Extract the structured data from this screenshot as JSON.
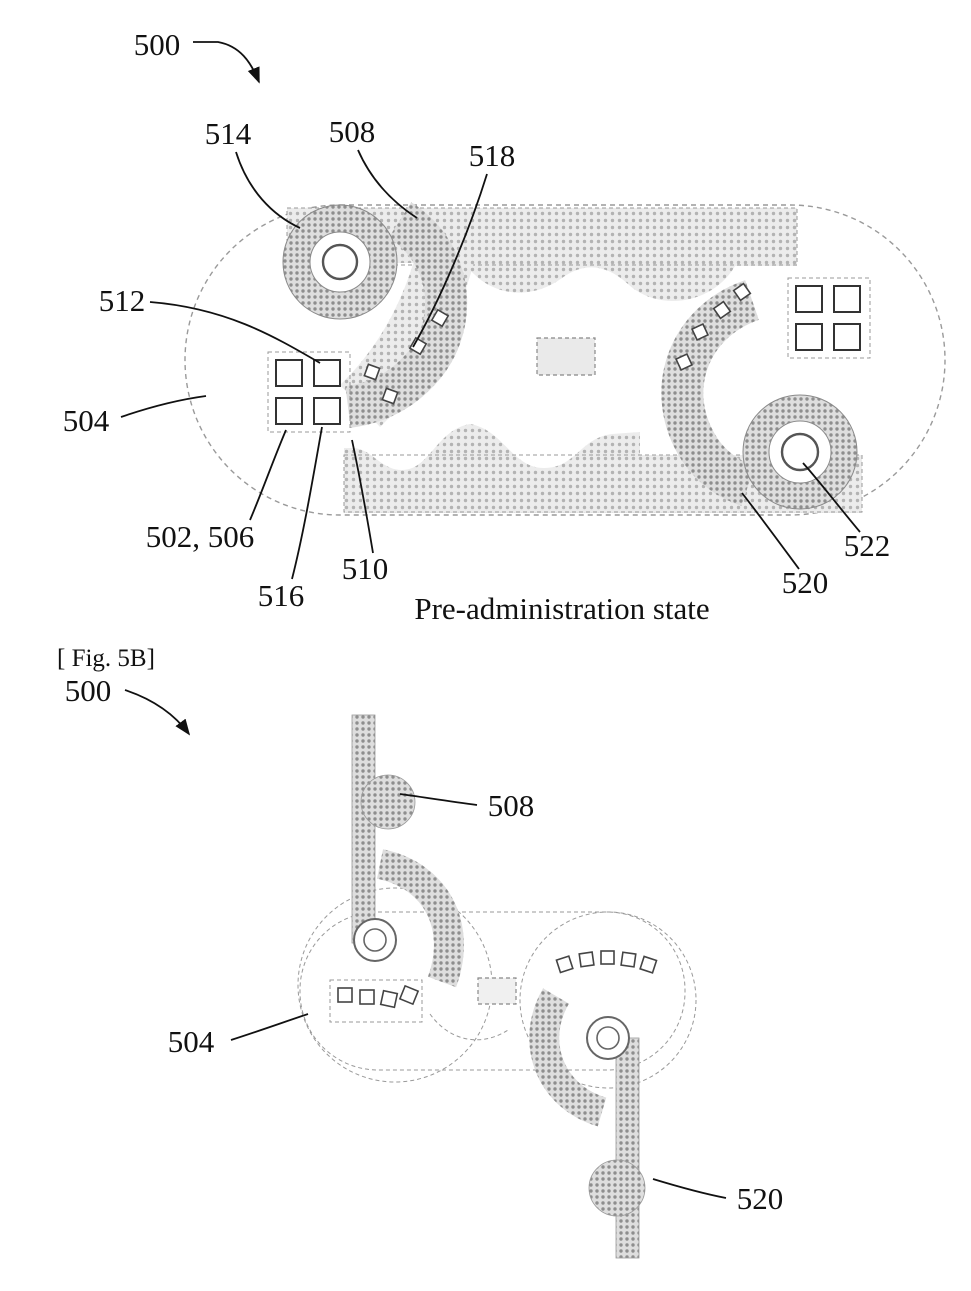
{
  "fig5a": {
    "caption": "Pre-administration state",
    "labels": {
      "ref500": "500",
      "ref514": "514",
      "ref508": "508",
      "ref518": "518",
      "ref512": "512",
      "ref504": "504",
      "ref502_506": "502, 506",
      "ref516": "516",
      "ref510": "510",
      "ref520": "520",
      "ref522": "522"
    }
  },
  "fig5b": {
    "tag": "[ Fig. 5B]",
    "labels": {
      "ref500": "500",
      "ref508": "508",
      "ref504": "504",
      "ref520": "520"
    }
  },
  "colors": {
    "ink": "#111111",
    "hatch_dot": "#9a9a9a",
    "outline_gray": "#9a9a9a"
  }
}
